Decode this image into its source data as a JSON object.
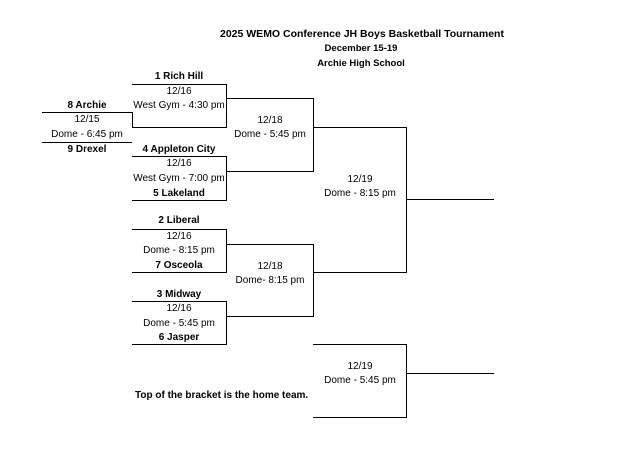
{
  "header": {
    "title": "2025 WEMO Conference JH Boys Basketball Tournament",
    "dates": "December 15-19",
    "location": "Archie High School"
  },
  "games": {
    "play_in": {
      "home": "8 Archie",
      "away": "9 Drexel",
      "date": "12/15",
      "time": "Dome - 6:45 pm"
    },
    "qf1": {
      "home": "1 Rich Hill",
      "date": "12/16",
      "time": "West Gym - 4:30 pm"
    },
    "qf2": {
      "home": "4 Appleton City",
      "away": "5 Lakeland",
      "date": "12/16",
      "time": "West Gym - 7:00 pm"
    },
    "qf3": {
      "home": "2 Liberal",
      "away": "7 Osceola",
      "date": "12/16",
      "time": "Dome - 8:15 pm"
    },
    "qf4": {
      "home": "3 Midway",
      "away": "6 Jasper",
      "date": "12/16",
      "time": "Dome - 5:45 pm"
    },
    "sf1": {
      "date": "12/18",
      "time": "Dome - 5:45 pm"
    },
    "sf2": {
      "date": "12/18",
      "time": "Dome- 8:15 pm"
    },
    "final": {
      "date": "12/19",
      "time": "Dome - 8:15 pm"
    },
    "third": {
      "date": "12/19",
      "time": "Dome - 5:45 pm"
    }
  },
  "footnote": "Top of the bracket is the home team."
}
